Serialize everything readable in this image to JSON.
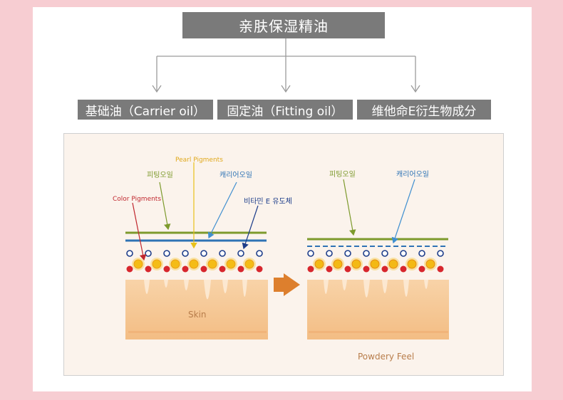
{
  "title": "亲肤保湿精油",
  "categories": [
    {
      "label": "基础油（Carrier oil）"
    },
    {
      "label": "固定油（Fitting oil）"
    },
    {
      "label": "维他命E衍生物成分"
    }
  ],
  "diagram": {
    "left_labels": {
      "pearl_pigments": "Pearl Pigments",
      "fitting_oil": "피팅오일",
      "carrier_oil": "캐리어오일",
      "color_pigments": "Color Pigments",
      "vitamin_e": "비타민 E 유도체",
      "skin": "Skin"
    },
    "right_labels": {
      "fitting_oil": "피팅오일",
      "carrier_oil": "캐리어오일",
      "powdery_feel": "Powdery Feel"
    },
    "colors": {
      "fitting_line": "#7d9a2c",
      "carrier_line": "#2e73b5",
      "pearl": "#f0c419",
      "color_pigment": "#d7262d",
      "vitamin": "#1d3d8a",
      "skin": "#f6c895",
      "arrow": "#dd7f2d"
    }
  }
}
